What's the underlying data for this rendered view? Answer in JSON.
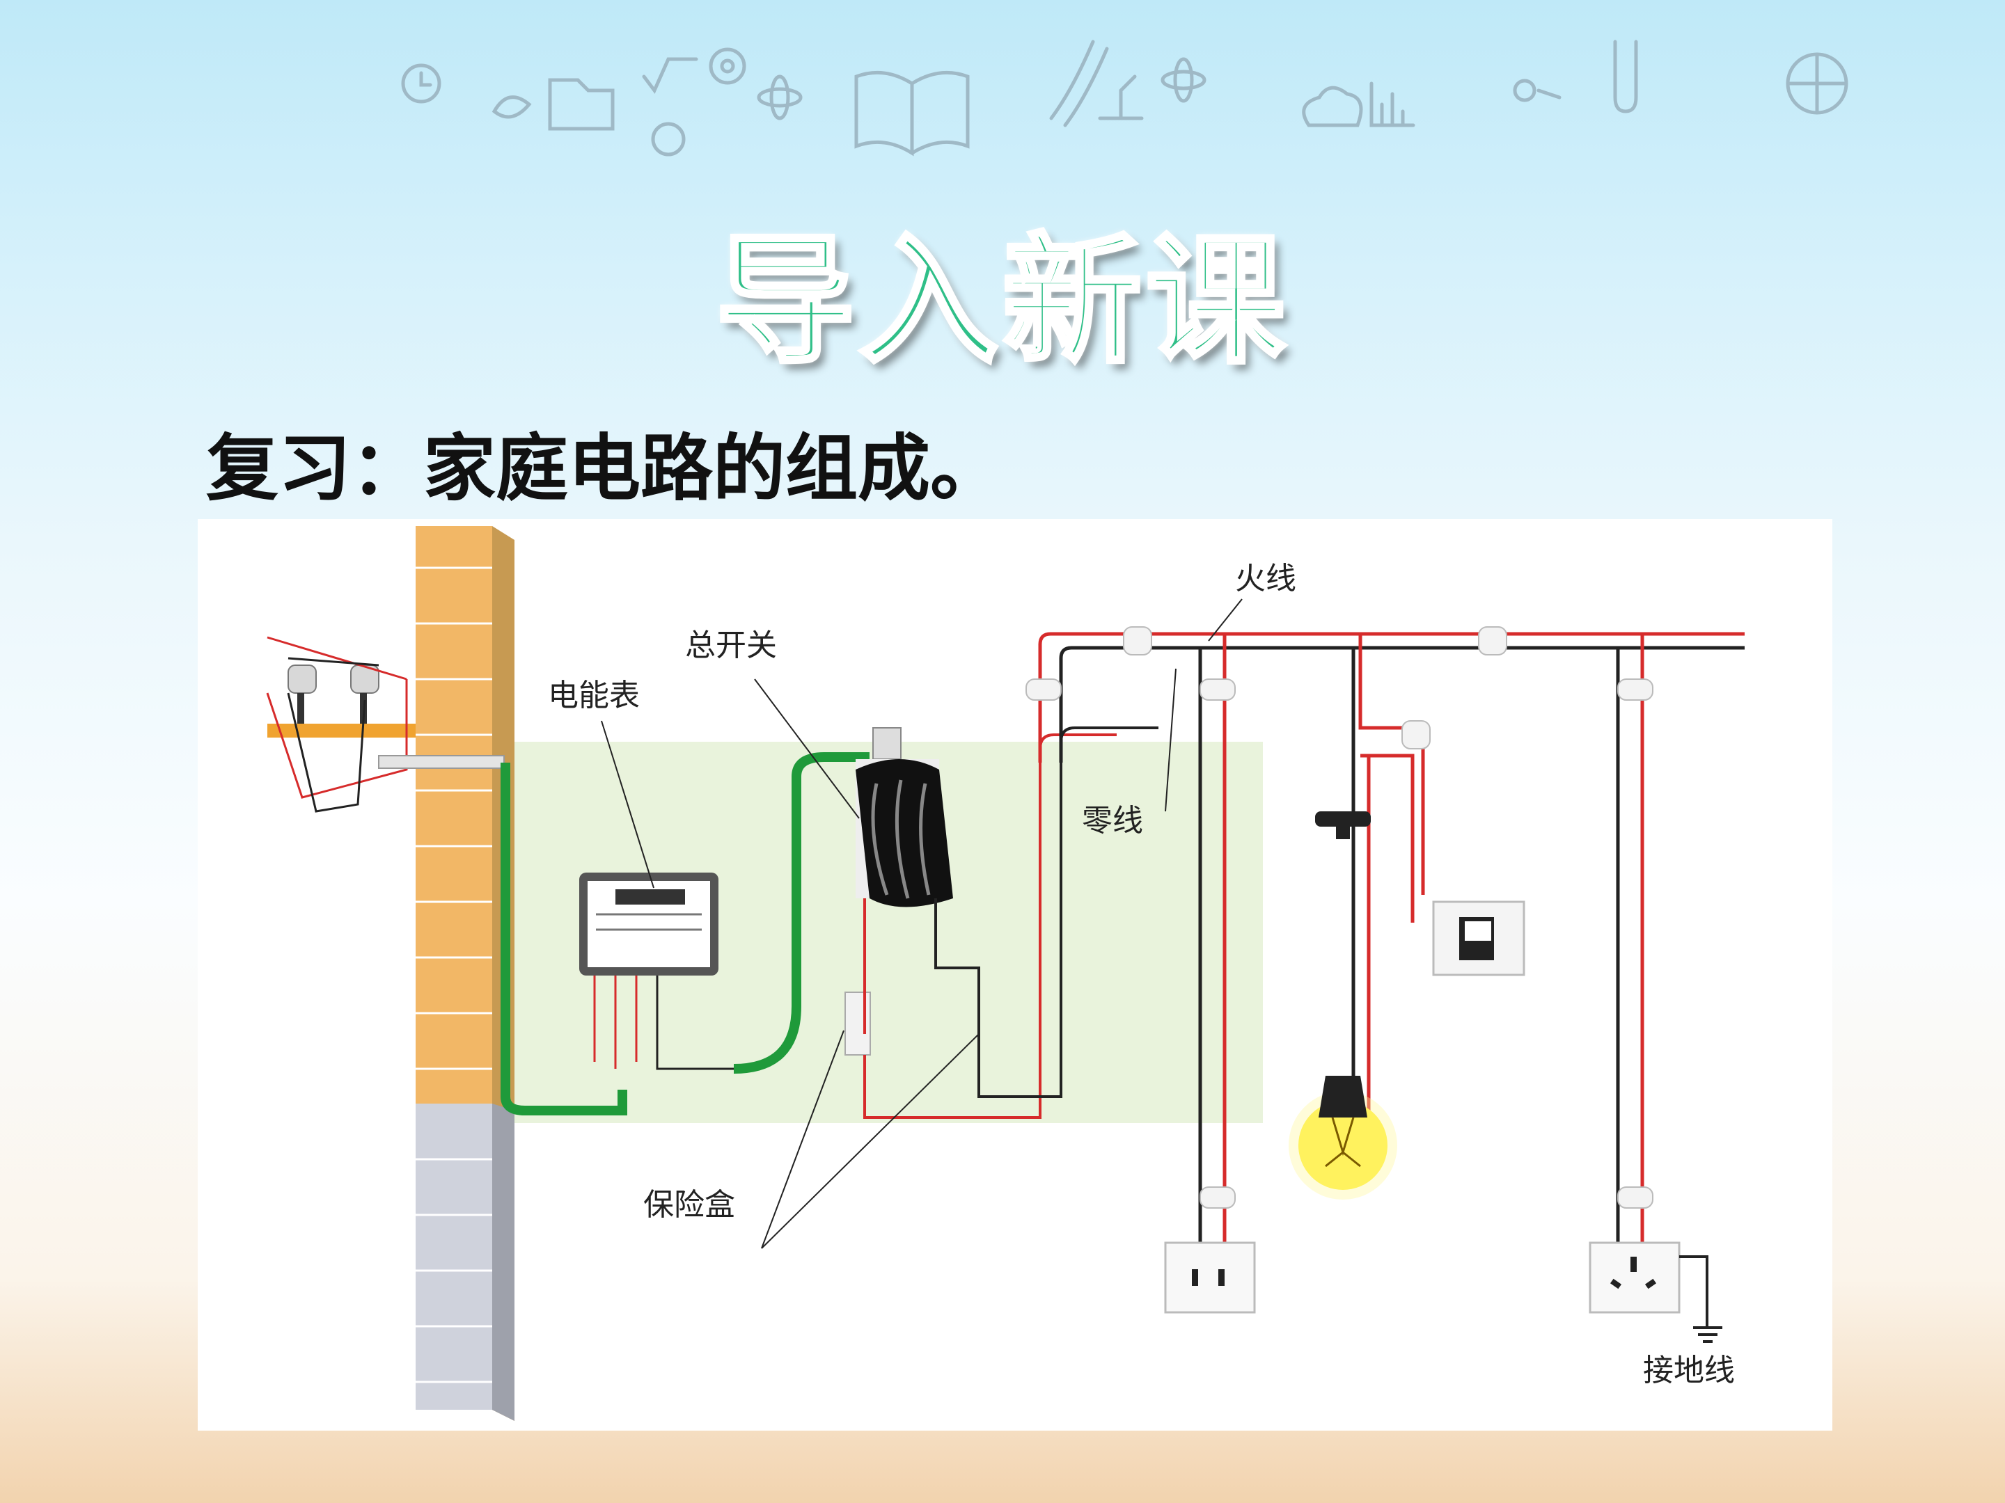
{
  "slide": {
    "title": "导入新课",
    "subtitle": "复习：家庭电路的组成。"
  },
  "diagram": {
    "labels": {
      "meter": "电能表",
      "main_switch": "总开关",
      "fuse_box": "保险盒",
      "live_wire": "火线",
      "neutral_wire": "零线",
      "ground_wire": "接地线"
    }
  },
  "colors": {
    "title_green": "#2fbf88",
    "live_red": "#d62b2b",
    "neutral_black": "#222222",
    "green_cable": "#1f9a3a",
    "brick": "#f2b766"
  }
}
